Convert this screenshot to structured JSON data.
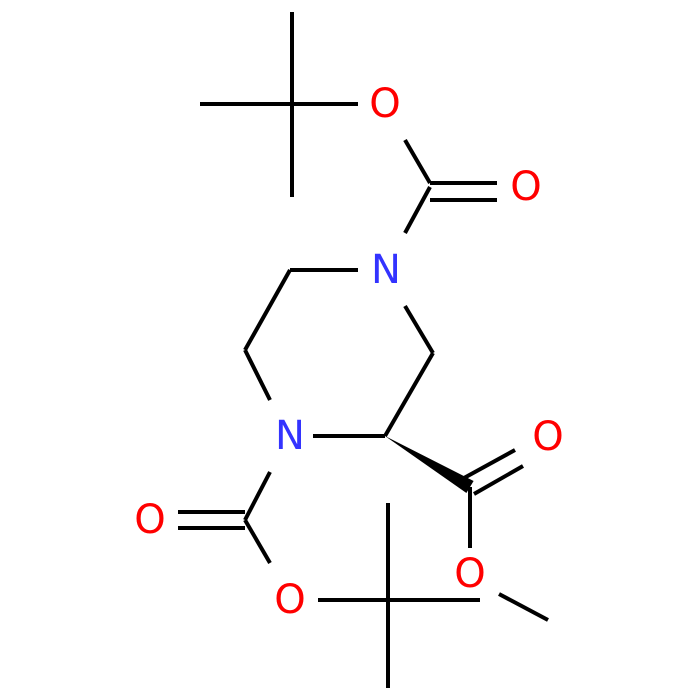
{
  "colors": {
    "bond": "#000000",
    "nitrogen": "#3333ff",
    "oxygen": "#ff0000",
    "background": "#ffffff"
  },
  "atoms": [
    {
      "id": "o-ester-top",
      "element": "O",
      "label": "O",
      "color": "oxygen"
    },
    {
      "id": "o-carbonyl-top",
      "element": "O",
      "label": "O",
      "color": "oxygen"
    },
    {
      "id": "n-4",
      "element": "N",
      "label": "N",
      "color": "nitrogen"
    },
    {
      "id": "n-1",
      "element": "N",
      "label": "N",
      "color": "nitrogen"
    },
    {
      "id": "o-carbonyl-right",
      "element": "O",
      "label": "O",
      "color": "oxygen"
    },
    {
      "id": "o-carbonyl-left",
      "element": "O",
      "label": "O",
      "color": "oxygen"
    },
    {
      "id": "o-ester-methyl",
      "element": "O",
      "label": "O",
      "color": "oxygen"
    },
    {
      "id": "o-ester-bottom",
      "element": "O",
      "label": "O",
      "color": "oxygen"
    }
  ],
  "bonds": [
    {
      "id": "tbu-top-left",
      "type": "single"
    },
    {
      "id": "tbu-top-up",
      "type": "single"
    },
    {
      "id": "tbu-top-down",
      "type": "single"
    },
    {
      "id": "tbu-top-to-o",
      "type": "single"
    },
    {
      "id": "o-to-carbonyl-top",
      "type": "single"
    },
    {
      "id": "carbonyl-top-double-a",
      "type": "double"
    },
    {
      "id": "carbonyl-top-double-b",
      "type": "double"
    },
    {
      "id": "carbonyl-top-to-n4",
      "type": "single"
    },
    {
      "id": "n4-to-c5",
      "type": "single"
    },
    {
      "id": "c5-to-c6",
      "type": "single"
    },
    {
      "id": "c6-to-n1",
      "type": "single"
    },
    {
      "id": "n1-to-c2",
      "type": "single"
    },
    {
      "id": "c2-to-c3",
      "type": "single"
    },
    {
      "id": "c3-to-n4",
      "type": "single"
    },
    {
      "id": "c2-wedge",
      "type": "wedge"
    },
    {
      "id": "carbonyl-right-double-a",
      "type": "double"
    },
    {
      "id": "carbonyl-right-double-b",
      "type": "double"
    },
    {
      "id": "carbonyl-right-to-o",
      "type": "single"
    },
    {
      "id": "o-to-methyl",
      "type": "single"
    },
    {
      "id": "n1-to-carbonyl-left",
      "type": "single"
    },
    {
      "id": "carbonyl-left-double-a",
      "type": "double"
    },
    {
      "id": "carbonyl-left-double-b",
      "type": "double"
    },
    {
      "id": "carbonyl-left-to-o",
      "type": "single"
    },
    {
      "id": "o-to-tbu-bottom",
      "type": "single"
    },
    {
      "id": "tbu-bottom-right",
      "type": "single"
    },
    {
      "id": "tbu-bottom-up",
      "type": "single"
    },
    {
      "id": "tbu-bottom-down",
      "type": "single"
    }
  ]
}
